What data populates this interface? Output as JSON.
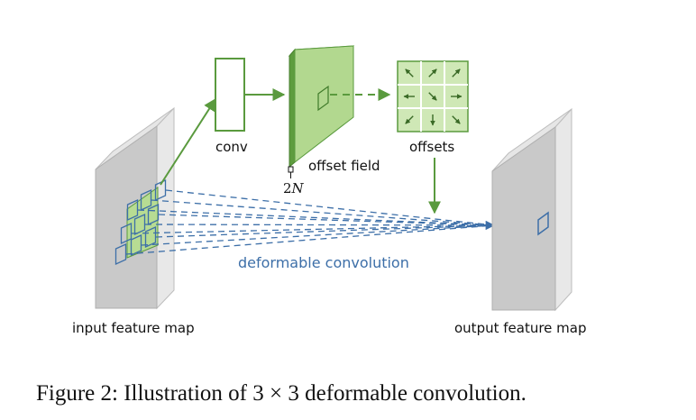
{
  "labels": {
    "conv": "conv",
    "offset_field": "offset field",
    "two_n_prefix": "2",
    "two_n_var": "N",
    "offsets": "offsets",
    "deformable_convolution": "deformable convolution",
    "input_feature_map": "input feature map",
    "output_feature_map": "output feature map"
  },
  "caption": "Figure 2: Illustration of 3 × 3 deformable convolution.",
  "offset_arrows": [
    "up-left",
    "up-right",
    "up-right",
    "left",
    "down-right",
    "right",
    "down-left",
    "down",
    "down-right"
  ],
  "colors": {
    "green_stroke": "#5a9a3e",
    "green_fill": "#b7dc93",
    "blue": "#3d6fa8",
    "gray_face": "#c9c9c9",
    "gray_side": "#e6e6e6"
  }
}
